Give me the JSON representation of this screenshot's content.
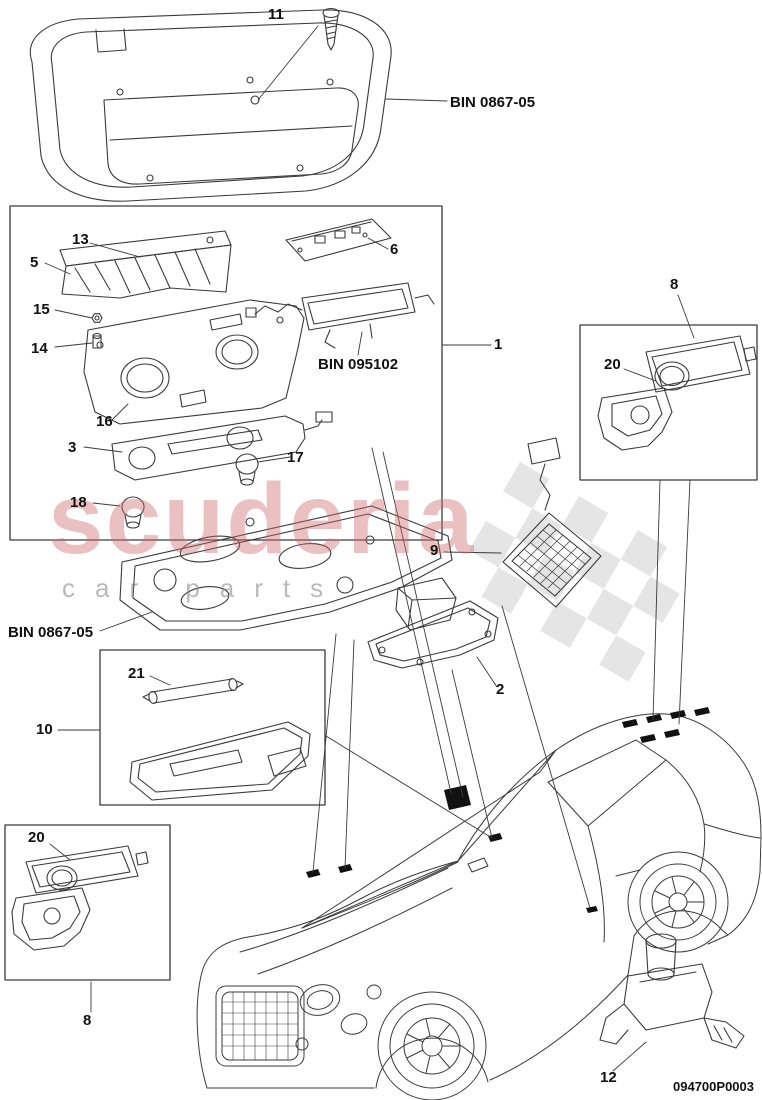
{
  "watermark": {
    "brand": "scuderia",
    "sub": "car parts"
  },
  "diagram": {
    "doc_code": "094700P0003",
    "labels": {
      "bin_top": "BIN 0867-05",
      "bin_module": "BIN 095102",
      "bin_bottom": "BIN 0867-05"
    },
    "callouts": {
      "c11": "11",
      "c13": "13",
      "c5": "5",
      "c6": "6",
      "c15": "15",
      "c14": "14",
      "c16": "16",
      "c3": "3",
      "c17": "17",
      "c18": "18",
      "c1": "1",
      "c8_top": "8",
      "c20_right": "20",
      "c9": "9",
      "c2": "2",
      "c10": "10",
      "c21": "21",
      "c20_left": "20",
      "c8_bottom": "8",
      "c12": "12"
    },
    "colors": {
      "line": "#3a3a3a",
      "marker": "#111111",
      "watermark_text": "#cd6a6c",
      "watermark_gray": "#9a9a9a"
    }
  }
}
